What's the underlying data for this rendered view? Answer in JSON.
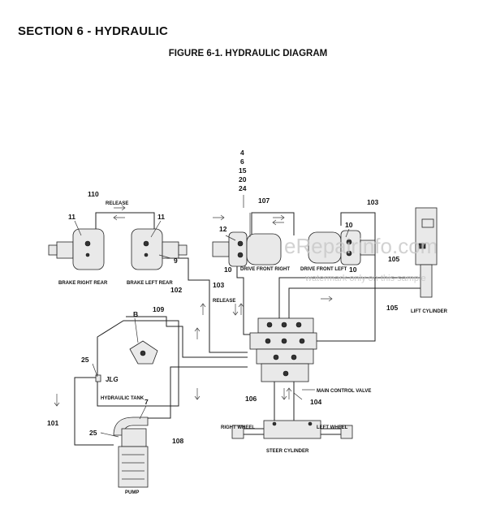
{
  "header": {
    "section": "SECTION 6 - HYDRAULIC",
    "figure": "FIGURE 6-1. HYDRAULIC DIAGRAM"
  },
  "labels": {
    "release_top": "RELEASE",
    "release_mid": "RELEASE",
    "brake_right_rear": "BRAKE RIGHT REAR",
    "brake_left_rear": "BRAKE LEFT REAR",
    "drive_front_right": "DRIVE FRONT RIGHT",
    "drive_front_left": "DRIVE FRONT LEFT",
    "lift_cylinder": "LIFT CYLINDER",
    "hydraulic_tank": "HYDRAULIC TANK",
    "main_control_valve": "MAIN CONTROL VALVE",
    "right_wheel": "RIGHT WHEEL",
    "left_wheel": "LEFT WHEEL",
    "steer_cylinder": "STEER CYLINDER",
    "pump": "PUMP",
    "tank_logo": "JLG"
  },
  "callouts": {
    "c4": "4",
    "c6": "6",
    "c15": "15",
    "c20": "20",
    "c24": "24",
    "c110": "110",
    "c11a": "11",
    "c11b": "11",
    "c9": "9",
    "c107": "107",
    "c103a": "103",
    "c12": "12",
    "c10a": "10",
    "c10b": "10",
    "c10c": "10",
    "c105a": "105",
    "c105b": "105",
    "c102": "102",
    "c103b": "103",
    "c109": "109",
    "cB": "B",
    "c25a": "25",
    "c7": "7",
    "c25b": "25",
    "c101": "101",
    "c108": "108",
    "c106": "106",
    "c104": "104"
  },
  "watermark": {
    "main": "eRepairinfo.com",
    "sub": "watermark only on this sample"
  }
}
